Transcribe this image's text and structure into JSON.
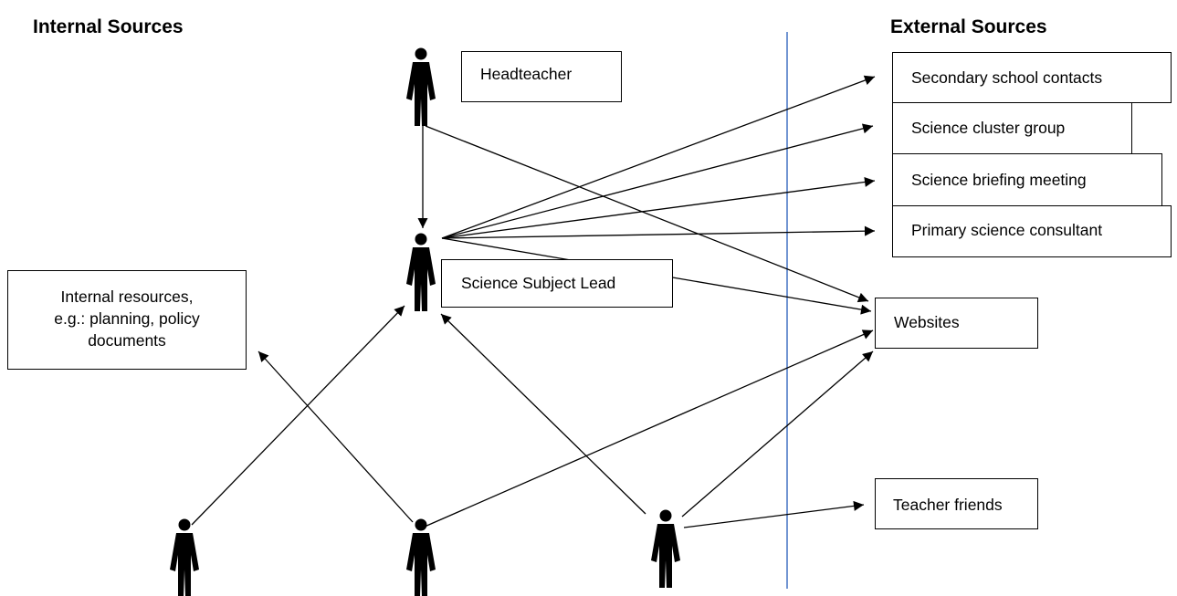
{
  "headings": {
    "internal": "Internal Sources",
    "external": "External Sources"
  },
  "people": {
    "headteacher": "Headteacher",
    "science_lead": "Science Subject Lead"
  },
  "internal_resources": {
    "line1": "Internal resources,",
    "line2": "e.g.: planning, policy",
    "line3": "documents"
  },
  "external_sources": {
    "secondary": "Secondary school contacts",
    "cluster": "Science cluster group",
    "briefing": "Science briefing meeting",
    "consultant": "Primary science consultant",
    "websites": "Websites",
    "friends": "Teacher friends"
  },
  "colors": {
    "divider": "#4472c4",
    "ink": "#000000"
  }
}
